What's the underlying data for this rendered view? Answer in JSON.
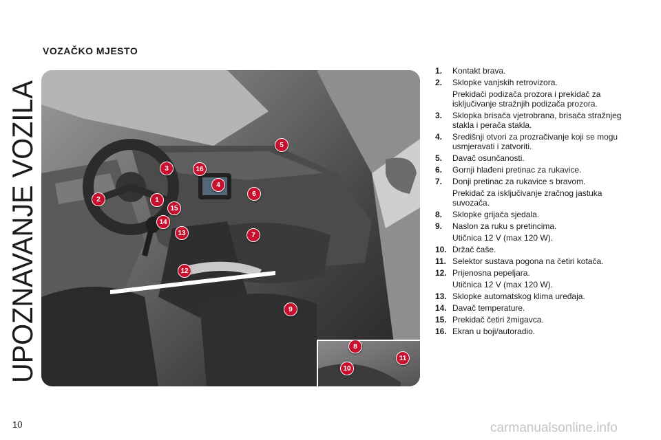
{
  "side_title": "UPOZNAVANJE VOZILA",
  "section_title": "VOZAČKO MJESTO",
  "markers": [
    {
      "label": "1"
    },
    {
      "label": "2"
    },
    {
      "label": "3"
    },
    {
      "label": "4"
    },
    {
      "label": "5"
    },
    {
      "label": "6"
    },
    {
      "label": "7"
    },
    {
      "label": "8"
    },
    {
      "label": "9"
    },
    {
      "label": "10"
    },
    {
      "label": "11"
    },
    {
      "label": "12"
    },
    {
      "label": "13"
    },
    {
      "label": "14"
    },
    {
      "label": "15"
    },
    {
      "label": "16"
    }
  ],
  "legend": [
    {
      "num": "1.",
      "text": "Kontakt brava."
    },
    {
      "num": "2.",
      "text": "Sklopke vanjskih retrovizora.",
      "extra": "Prekidači podizača prozora i prekidač za isključivanje stražnjih podizača prozora."
    },
    {
      "num": "3.",
      "text": "Sklopka brisača vjetrobrana, brisača stražnjeg stakla i perača stakla."
    },
    {
      "num": "4.",
      "text": "Središnji otvori za prozračivanje koji se mogu usmjeravati i zatvoriti."
    },
    {
      "num": "5.",
      "text": "Davač osunčanosti."
    },
    {
      "num": "6.",
      "text": "Gornji hlađeni pretinac za rukavice."
    },
    {
      "num": "7.",
      "text": "Donji pretinac za rukavice s bravom.",
      "extra": "Prekidač za isključivanje zračnog jastuka suvozača."
    },
    {
      "num": "8.",
      "text": "Sklopke grijača sjedala."
    },
    {
      "num": "9.",
      "text": "Naslon za ruku s pretincima.",
      "extra": "Utičnica 12 V (max 120 W)."
    },
    {
      "num": "10.",
      "text": "Držač čaše."
    },
    {
      "num": "11.",
      "text": "Selektor sustava pogona na četiri kotača."
    },
    {
      "num": "12.",
      "text": "Prijenosna pepeljara.",
      "extra": "Utičnica 12 V (max 120 W)."
    },
    {
      "num": "13.",
      "text": "Sklopke automatskog klima uređaja."
    },
    {
      "num": "14.",
      "text": "Davač temperature."
    },
    {
      "num": "15.",
      "text": "Prekidač četiri žmigavca."
    },
    {
      "num": "16.",
      "text": "Ekran u boji/autoradio."
    }
  ],
  "page_number": "10",
  "watermark": "carmanualsonline.info",
  "colors": {
    "marker": "#c8102e",
    "watermark": "#c4c4c4"
  }
}
